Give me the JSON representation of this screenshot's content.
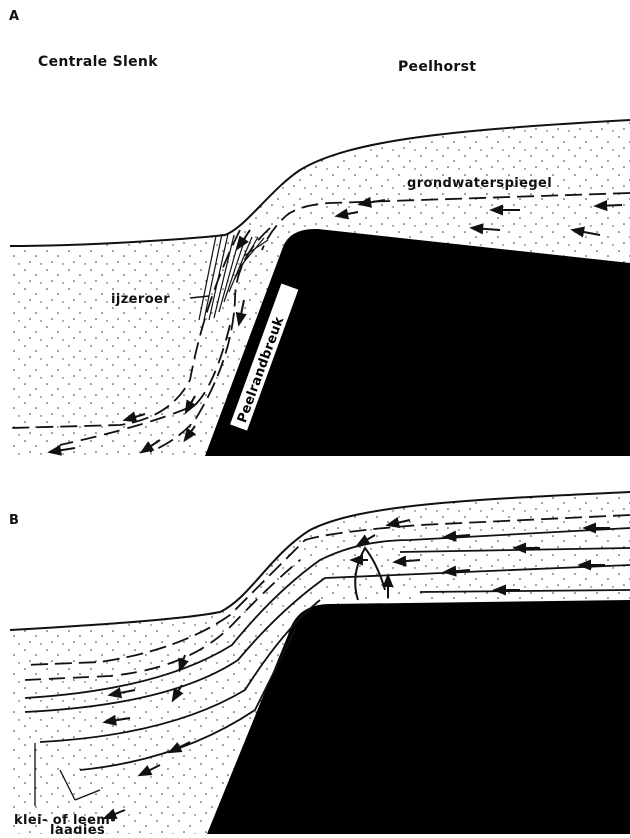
{
  "panel_a": {
    "letter": "A",
    "left_region": "Centrale Slenk",
    "right_region": "Peelhorst",
    "water_table_label": "grondwaterspiegel",
    "iron_ore_label": "ijzeroer",
    "fault_label": "Peelrandbreuk"
  },
  "panel_b": {
    "letter": "B",
    "clay_label_line1": "klei- of leem-",
    "clay_label_line2": "laagjes"
  },
  "colors": {
    "ink": "#111111",
    "background": "#ffffff",
    "bedrock": "#000000"
  }
}
